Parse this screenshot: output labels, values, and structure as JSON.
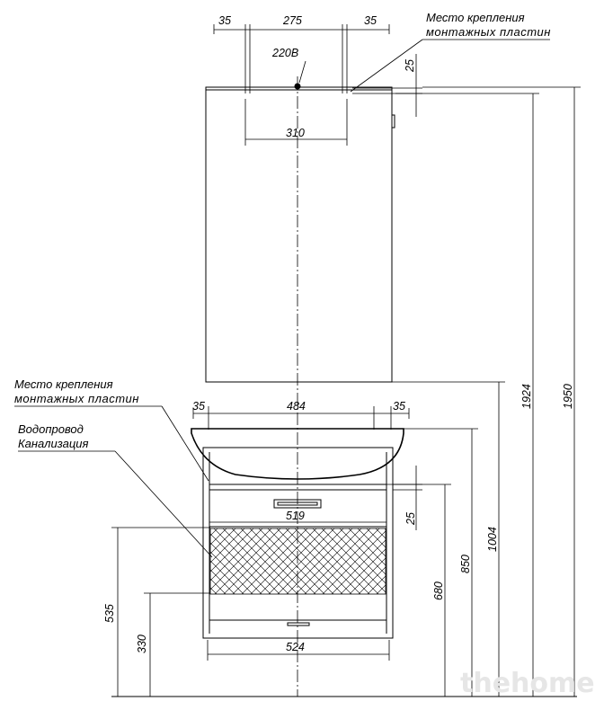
{
  "notes": {
    "mount_plates_top_line1": "Место крепления",
    "mount_plates_top_line2": "монтажных пластин",
    "mount_plates_vanity_line1": "Место крепления",
    "mount_plates_vanity_line2": "монтажных пластин",
    "water_line1": "Водопровод",
    "water_line2": "Канализация",
    "power": "220В"
  },
  "dims": {
    "mirror_top_left": "35",
    "mirror_top_mid": "275",
    "mirror_top_right": "35",
    "mirror_offset": "25",
    "mirror_inner": "310",
    "vanity_left": "35",
    "vanity_mid": "484",
    "vanity_right": "35",
    "vanity_inner": "519",
    "vanity_offset": "25",
    "base_width": "524",
    "h_330": "330",
    "h_535": "535",
    "h_680": "680",
    "h_850": "850",
    "h_1004": "1004",
    "h_1924": "1924",
    "h_1950": "1950"
  },
  "watermark": "thehome"
}
